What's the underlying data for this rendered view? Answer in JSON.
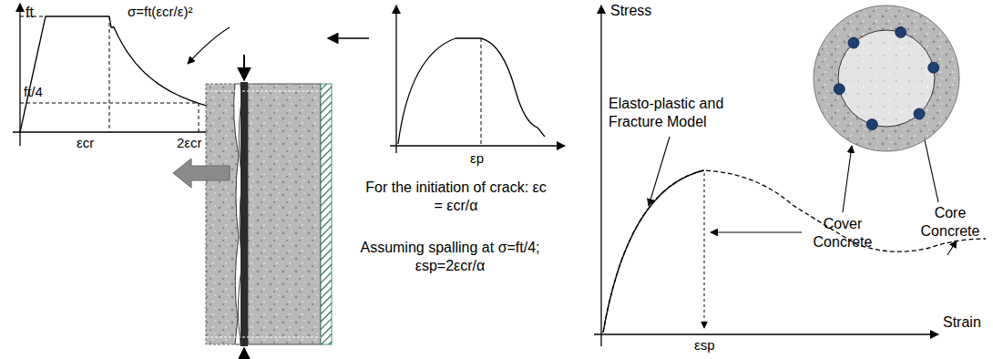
{
  "diagram": {
    "labels": [
      "ft",
      "σ=ft(εcr/ε)²",
      "ft/4",
      "εcr",
      "2εcr",
      "εp",
      "For the initiation of crack: εc = εcr/α",
      "Assuming spalling at σ=ft/4; εsp=2εcr/α",
      "Stress",
      "Elasto-plastic and Fracture Model",
      "Core Concrete",
      "Cover Concrete",
      "εsp",
      "Strain"
    ]
  }
}
